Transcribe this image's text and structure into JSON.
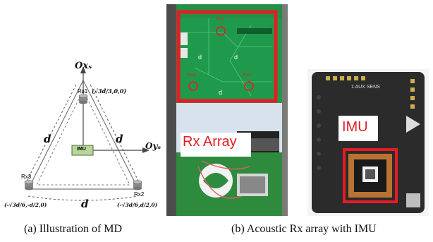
{
  "figure": {
    "diagram": {
      "axis_x_label": "Oxₛ",
      "axis_y_label": "Oyₛ",
      "rx1_label": "Rx1",
      "rx2_label": "Rx2",
      "rx3_label": "Rx3",
      "rx1_coord": "(√3d/3,0,0)",
      "rx2_coord": "(-√3d/6,d/2,0)",
      "rx3_coord": "(-√3d/6,-d/2,0)",
      "imu_label": "IMU",
      "distance_labels": [
        "d",
        "d",
        "d"
      ]
    },
    "photo_b": {
      "overlay_label": "Rx Array",
      "board_labels": [
        "Rx1",
        "Rx3",
        "Rx2",
        "d",
        "d",
        "d"
      ]
    },
    "photo_c": {
      "overlay_label": "IMU",
      "silkscreen": "1 AUX SENS"
    },
    "captions": {
      "a": "(a) Illustration of MD",
      "b": "(b) Acoustic Rx array with IMU"
    },
    "colors": {
      "highlight": "#e51c23",
      "pcb_green": "#1f9a4c",
      "board_black": "#2b2b2b"
    }
  }
}
